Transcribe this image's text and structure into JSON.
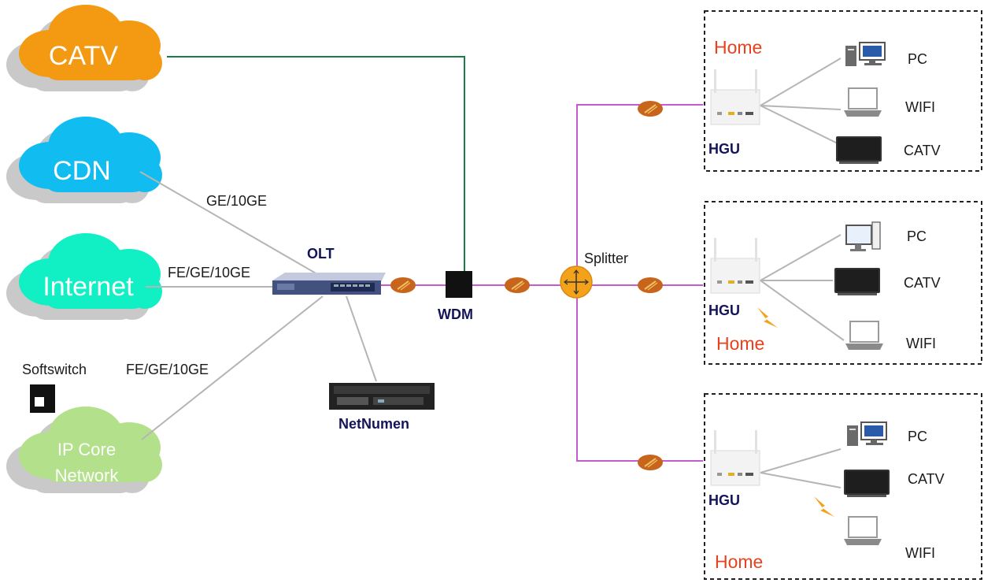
{
  "clouds": {
    "catv": "CATV",
    "cdn": "CDN",
    "internet": "Internet",
    "ipcore_line1": "IP Core",
    "ipcore_line2": "Network"
  },
  "links": {
    "cdn": "GE/10GE",
    "internet": "FE/GE/10GE",
    "ipcore": "FE/GE/10GE"
  },
  "devices": {
    "softswitch": "Softswitch",
    "olt": "OLT",
    "wdm": "WDM",
    "netnumen": "NetNumen",
    "splitter": "Splitter"
  },
  "homes": [
    {
      "home": "Home",
      "hgu": "HGU",
      "items": [
        "PC",
        "WIFI",
        "CATV"
      ]
    },
    {
      "home": "Home",
      "hgu": "HGU",
      "items": [
        "PC",
        "CATV",
        "WIFI"
      ]
    },
    {
      "home": "Home",
      "hgu": "HGU",
      "items": [
        "PC",
        "CATV",
        "WIFI"
      ]
    }
  ],
  "colors": {
    "catv_cloud": "#f39a12",
    "cdn_cloud": "#11bdf0",
    "internet_cloud": "#11f0c4",
    "ipcore_cloud": "#b3e08a",
    "fiber": "#c85ad0",
    "catv_line": "#1a7a4a",
    "gray_line": "#b5b5b5",
    "connector": "#c8651c",
    "splitter": "#f4a21a",
    "navy": "#14145a",
    "home_text": "#e8411d"
  }
}
